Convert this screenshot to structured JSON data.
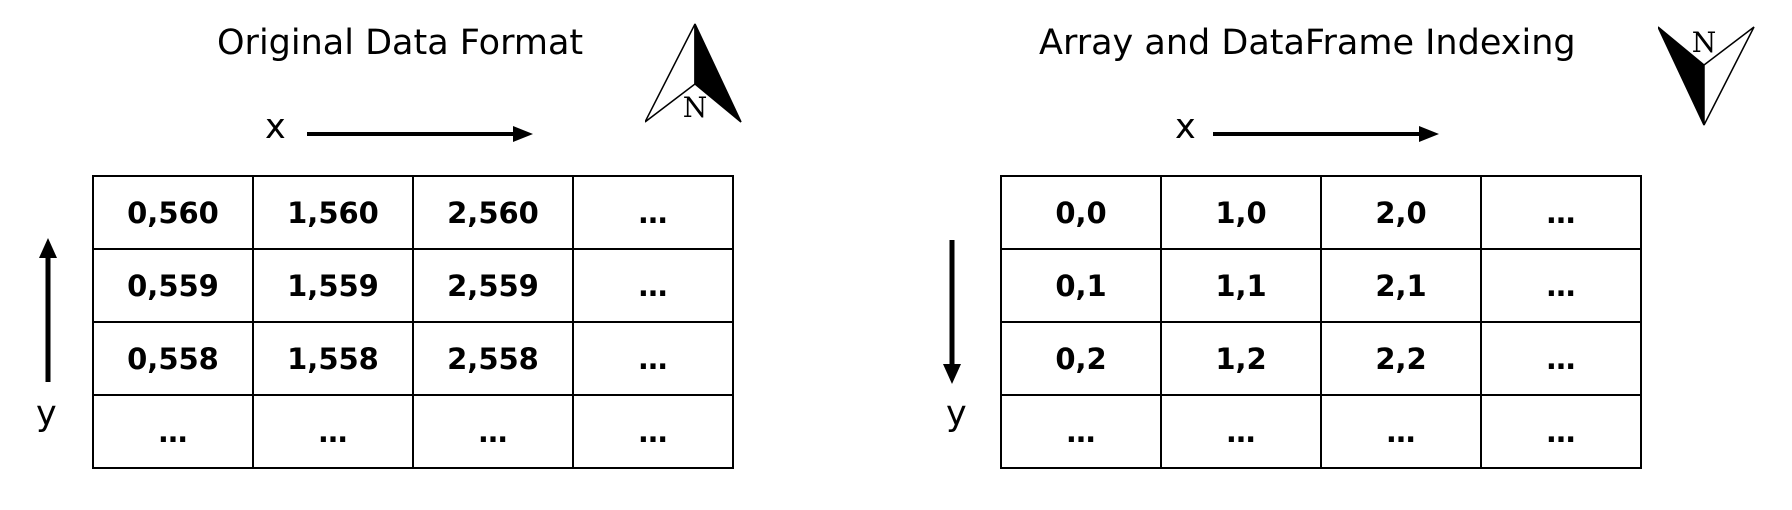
{
  "panels": [
    {
      "id": "original",
      "title": "Original Data Format",
      "compass_letter": "N",
      "x_label": "x",
      "y_label": "y",
      "y_direction": "up",
      "rows": [
        [
          "0,560",
          "1,560",
          "2,560",
          "…"
        ],
        [
          "0,559",
          "1,559",
          "2,559",
          "…"
        ],
        [
          "0,558",
          "1,558",
          "2,558",
          "…"
        ],
        [
          "…",
          "…",
          "…",
          "…"
        ]
      ]
    },
    {
      "id": "indexing",
      "title": "Array and DataFrame Indexing",
      "compass_letter": "N",
      "x_label": "x",
      "y_label": "y",
      "y_direction": "down",
      "rows": [
        [
          "0,0",
          "1,0",
          "2,0",
          "…"
        ],
        [
          "0,1",
          "1,1",
          "2,1",
          "…"
        ],
        [
          "0,2",
          "1,2",
          "2,2",
          "…"
        ],
        [
          "…",
          "…",
          "…",
          "…"
        ]
      ]
    }
  ]
}
